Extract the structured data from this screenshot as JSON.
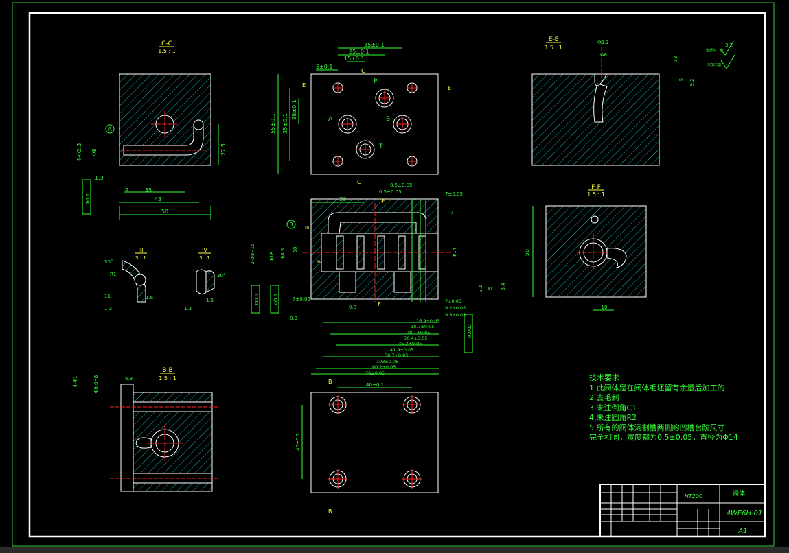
{
  "colors": {
    "background": "#000000",
    "border": "#ffffff",
    "dimension": "#33ff33",
    "centerline": "#ff2222",
    "hatch": "#19b3b3",
    "label": "#ffff44",
    "text": "#33ff33"
  },
  "views": {
    "cc": {
      "name": "C-C",
      "scale": "1.5 : 1"
    },
    "ee": {
      "name": "E-E",
      "scale": "1.5 : 1"
    },
    "ff": {
      "name": "F-F",
      "scale": "1.5 : 1"
    },
    "bb": {
      "name": "B-B",
      "scale": "1.5 : 1"
    },
    "iii": {
      "name": "III",
      "scale": "3 : 1"
    },
    "iv": {
      "name": "IV",
      "scale": "3 : 1"
    }
  },
  "dims": {
    "top": [
      "35±0.1",
      "25±0.1",
      "15±0.1",
      "5±0.1",
      "55±0.1",
      "35±0.1",
      "28±0.1"
    ],
    "ports": [
      "P",
      "A",
      "B",
      "T"
    ],
    "cc": [
      "27.5",
      "35",
      "43",
      "50",
      "4-Φ2.3",
      "Φ8",
      "5",
      "1.3"
    ],
    "section": [
      "30",
      "0.5±0.05",
      "0.5±0.05",
      "7±0.05",
      "7",
      "Φ14",
      "8.4",
      "5",
      "3.6",
      "7±0.05",
      "8.3",
      "2-Φ8H15",
      "Φ4.3",
      "Φ18",
      "50",
      "0.8"
    ],
    "bottom": [
      "7±0.05",
      "9.2±0.05",
      "9.8±0.05",
      "16.9±0.05",
      "18.7±0.05",
      "28.1±0.05",
      "30.4±0.05",
      "35.2±0.05",
      "41.9±0.05",
      "50.7±0.05",
      "60.2±0.05",
      "70±0.05",
      "103±0.05"
    ],
    "ee": [
      "Φ2.3",
      "Φ8",
      "13",
      "5",
      "9.2",
      "3.2"
    ],
    "ff": [
      "50",
      "10"
    ],
    "bb": [
      "6.8",
      "4-Φ1",
      "Φ6.6H8"
    ],
    "plan": [
      "40±0.1",
      "40±0.1"
    ],
    "iii": [
      "30°",
      "R1",
      "1.6",
      "1.3",
      "11"
    ],
    "iv": [
      "30°",
      "1.3",
      "1.6"
    ],
    "tolerance": [
      "Φ0.1",
      "Φ0.1",
      "Φ0.1",
      "0.002"
    ],
    "roughness": [
      "全部加工面",
      "未加工面"
    ]
  },
  "notes": {
    "title": "技术要求",
    "items": [
      "1.此阀体是在阀体毛坯留有余量后加工的",
      "2.去毛刺",
      "3.未注倒角C1",
      "4.未注圆角R2",
      "5.所有的阀体沉割槽两侧的凹槽台阶尺寸",
      "完全相同，宽度都为0.5±0.05，直径为Φ14"
    ]
  },
  "titleblock": {
    "material": "HT200",
    "part_name": "阀体",
    "drawing_no": "4WE6H-01",
    "sheet": "A1"
  },
  "markers": {
    "A": "A",
    "B": "B",
    "C": "C",
    "E": "E",
    "F": "F"
  }
}
